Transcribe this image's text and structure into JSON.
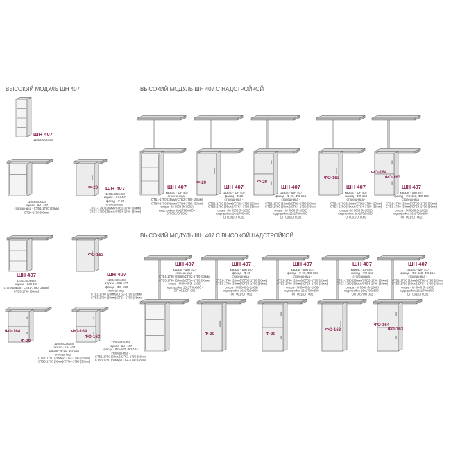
{
  "colors": {
    "accent": "#8b2a57",
    "line": "#6f6f6f",
    "panel": "#e6e6e6",
    "top": "#d9d9d9",
    "title": "#555555"
  },
  "sections": {
    "left_title": "ВЫСОКИЙ МОДУЛЬ ШН 407",
    "mid_title": "ВЫСОКИЙ МОДУЛЬ ШН 407 С НАДСТРОЙКОЙ",
    "bottom_title": "ВЫСОКИЙ МОДУЛЬ ШН 407 С ВЫСОКОЙ НАДСТРОЙКОЙ"
  },
  "labels": {
    "l1": {
      "name": "ШН 407",
      "desc": [
        "1100х400х426"
      ]
    },
    "l2": {
      "name": "",
      "desc": [
        "1100х400х426",
        "каркас - ШН 407",
        "столешница - СТБ1-1790 (28мм)",
        "СТБ4-1790 (38мм)"
      ]
    },
    "l3": {
      "name": "ШН 407",
      "desc": [
        "1100х400х458",
        "каркас - ШН 407",
        "фасад - Ф-20",
        "столешница -",
        "СТБ1-1790 (28мм)/СТБ2-1790 (28мм)",
        "СТБ3-1790 (38мм)/СТБ4-1790 (38мм)"
      ]
    },
    "l4": {
      "name": "ШН 407",
      "desc": [
        "1100х400х426",
        "каркас - ШН 407",
        "столешница - СТБ1-1790 (28мм)",
        "СТБ3-1790 (38мм)"
      ]
    },
    "l5": {
      "name": "ШН 407",
      "desc": [
        "1100х400х458",
        "каркас - ШН 407",
        "фасад - ФО-163",
        "столешница -",
        "СТБ1-1790 (28мм)/СТБ2-1790 (28мм)",
        "СТБ3-1790 (38мм)/СТБ4-1790 (38мм)"
      ]
    },
    "l6": {
      "name": "",
      "desc": [
        "1100х432х458",
        "каркас - ШН 407",
        "фасад - Ф-20, ФО-164",
        "столешница -",
        "СТБ1-1790 (28мм)/СТБ2-1790 (28мм)",
        "СТБ3-1790 (38мм)/СТБ4-1790 (38мм)"
      ]
    },
    "l7": {
      "name": "",
      "desc": [
        "1100х432х458",
        "каркас - ШН 407",
        "фасад - ФО-163, ФО-164",
        "столешница -",
        "СТБ1-1790 (28мм)/СТБ2-1790 (28мм)",
        "СТБ3-1790 (38мм)/СТБ4-1790 (38мм)"
      ]
    },
    "u1": {
      "name": "ШН 407",
      "desc": [
        "каркас - ШН 407",
        "столешница -",
        "СТБ1-1790 (28мм)/СТБ2-1790 (28мм)",
        "СТБ3-1790 (38мм)/СТБ4-1790 (38мм)",
        "опора - М 0008 (h-1032)",
        "надстройка 16х1790х800 -",
        "ОП 001/ОП 002"
      ]
    },
    "u2": {
      "name": "ШН 407",
      "desc": [
        "каркас - ШН 407",
        "фасад - Ф-20",
        "столешница -",
        "СТБ1-1790 (28мм)/СТБ2-1790 (28мм)",
        "СТБ3-1790 (38мм)/СТБ4-1790 (38мм)",
        "опора - М 0008 (h-1032)",
        "надстройка 16х1790х800 -",
        "ОП 001/ОП 002"
      ]
    },
    "u3": {
      "name": "ШН 407",
      "desc": [
        "каркас - ШН 407",
        "фасад - Ф-20, ФО-164",
        "столешница -",
        "СТБ1-1790 (28мм)/СТБ2-1790 (28мм)",
        "СТБ3-1790 (38мм)/СТБ4-1790 (38мм)",
        "опора - М 0008 (h-1032)",
        "надстройка 16х1790х800 -",
        "ОП 001/ОП 002"
      ]
    },
    "u4": {
      "name": "ШН 407",
      "desc": [
        "каркас - ШН 407",
        "фасад - ФО-163",
        "столешница -",
        "СТБ1-1790 (28мм)/СТБ2-1790 (28мм)",
        "СТБ3-1790 (38мм)/СТБ4-1790 (38мм)",
        "опора - М 0008 (h-1032)",
        "надстройка 16х1790х800 -",
        "ОП 001/ОП 002"
      ]
    },
    "u5": {
      "name": "ШН 407",
      "desc": [
        "каркас - ШН 407",
        "фасад - ФО-163, ФО-164",
        "столешница -",
        "СТБ1-1790 (28мм)/СТБ2-1790 (28мм)",
        "СТБ3-1790 (38мм)/СТБ4-1790 (38мм)",
        "опора - М 0008 (h-1032)",
        "надстройка 16х1790х800 -",
        "ОП 001/ОП 002"
      ]
    },
    "b1": {
      "name": "ШН 407",
      "desc": [
        "каркас - ШН 407",
        "столешница -",
        "СТБ1-1790 (28мм)/СТБ2-1790 (28мм)",
        "СТБ3-1790 (38мм)/СТБ4-1790 (38мм)",
        "опора - М 0040 (h-1306)",
        "надстройка 16х1790х800 -",
        "ОП 001/ОП 002"
      ]
    },
    "b2": {
      "name": "ШН 407",
      "desc": [
        "каркас - ШН 407",
        "фасад - Ф-20",
        "столешница -",
        "СТБ1-1790 (28мм)/СТБ2-1790 (28мм)",
        "СТБ3-1790 (38мм)/СТБ4-1790 (38мм)",
        "опора - М 0040 (h-1306)",
        "надстройка 16х1790х800 -",
        "ОП 001/ОП 002"
      ]
    },
    "b3": {
      "name": "ШН 407",
      "desc": [
        "каркас - ШН 407",
        "фасад - Ф-20, ФО-164",
        "столешница -",
        "СТБ1-1790 (28мм)/СТБ2-1790 (28мм)",
        "СТБ3-1790 (38мм)/СТБ4-1790 (38мм)",
        "опора - М 0040 (h-1306)",
        "надстройка 16х1790х800 -",
        "ОП 001/ОП 002"
      ]
    },
    "b4": {
      "name": "ШН 407",
      "desc": [
        "каркас - ШН 407",
        "фасад - ФО-163",
        "столешница -",
        "СТБ1-1790 (28мм)/СТБ2-1790 (28мм)",
        "СТБ3-1790 (38мм)/СТБ4-1790 (38мм)",
        "опора - М 0040 (h-1306)",
        "надстройка 16х1790х800 -",
        "ОП 001/ОП 002"
      ]
    },
    "b5": {
      "name": "ШН 407",
      "desc": [
        "каркас - ШН 407",
        "фасад - ФО-163, ФО-164",
        "столешница -",
        "СТБ1-1790 (28мм)/СТБ2-1790 (28мм)",
        "СТБ3-1790 (38мм)/СТБ4-1790 (38мм)",
        "опора - М 0040 (h-1306)",
        "надстройка 16х1790х800 -",
        "ОП 001/ОП 002"
      ]
    }
  },
  "facade_tags": {
    "f20": "Ф-20",
    "fo163": "ФО-163",
    "fo164": "ФО-164"
  }
}
